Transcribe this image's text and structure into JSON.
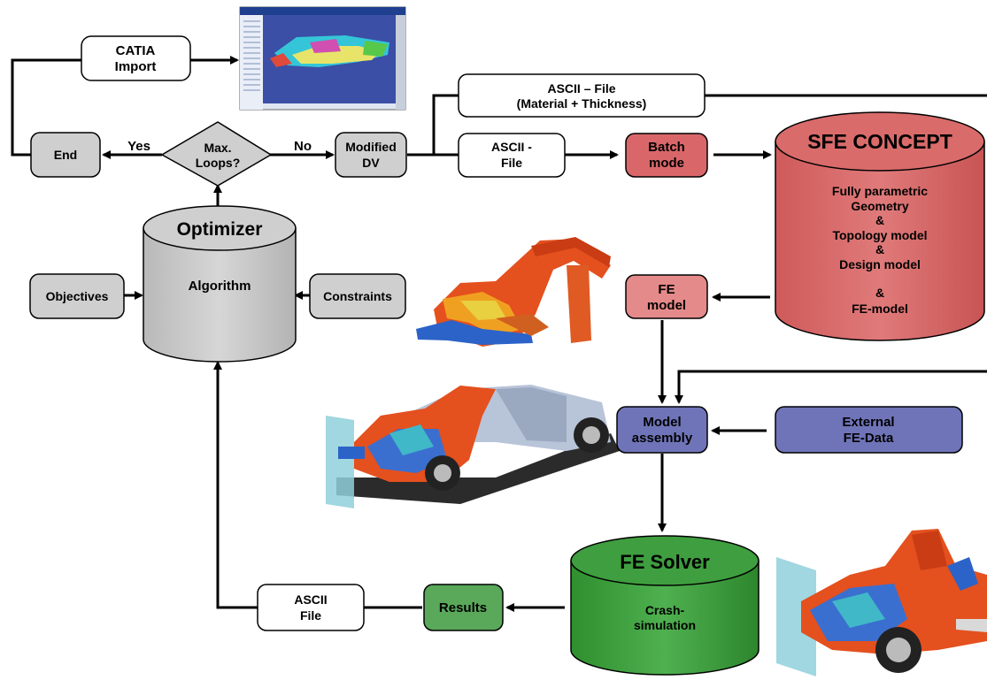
{
  "boxes": {
    "catia": {
      "line1": "CATIA",
      "line2": "Import"
    },
    "end": "End",
    "decision": {
      "line1": "Max.",
      "line2": "Loops?"
    },
    "yes": "Yes",
    "no": "No",
    "modified_dv": {
      "line1": "Modified",
      "line2": "DV"
    },
    "ascii_material": {
      "line1": "ASCII – File",
      "line2": "(Material + Thickness)"
    },
    "ascii_file": {
      "line1": "ASCII -",
      "line2": "File"
    },
    "batch_mode": {
      "line1": "Batch",
      "line2": "mode"
    },
    "objectives": "Objectives",
    "constraints": "Constraints",
    "fe_model": {
      "line1": "FE",
      "line2": "model"
    },
    "model_assembly": {
      "line1": "Model",
      "line2": "assembly"
    },
    "external_fe": {
      "line1": "External",
      "line2": "FE-Data"
    },
    "results": "Results",
    "ascii_file2": {
      "line1": "ASCII",
      "line2": "File"
    }
  },
  "cylinders": {
    "optimizer": {
      "title": "Optimizer",
      "body": "Algorithm"
    },
    "sfe": {
      "title": "SFE CONCEPT",
      "lines": [
        "Fully parametric",
        "Geometry",
        "&",
        "Topology model",
        "&",
        "Design model",
        "",
        "&",
        "FE-model"
      ]
    },
    "fe_solver": {
      "title": "FE Solver",
      "line1": "Crash-",
      "line2": "simulation"
    }
  },
  "colors": {
    "gray_box": "#cfcfcf",
    "red_box": "#d9676a",
    "sfe_cyl": "#d96b6b",
    "blue_box": "#6f74b8",
    "green_box": "#5aa85a",
    "green_cyl": "#3f9e3f",
    "car_orange": "#e4501e",
    "car_blue": "#2c63c8"
  },
  "icons": [
    "catia-screenshot-image",
    "car-front-structure-image",
    "car-assembly-image",
    "car-crash-image"
  ]
}
